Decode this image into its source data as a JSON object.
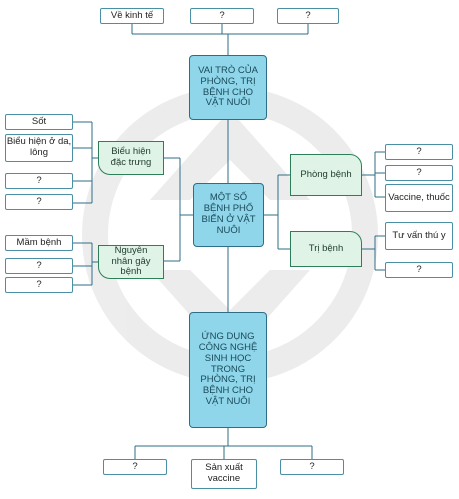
{
  "top": {
    "center": "VAI TRÒ CỦA PHÒNG, TRỊ BỆNH CHO VẬT NUÔI",
    "leaves": [
      "Về kinh tế",
      "?",
      "?"
    ]
  },
  "middle": {
    "center": "MỘT SỐ BỆNH PHỔ BIẾN Ở VẬT NUÔI",
    "left_branches": [
      {
        "label": "Biểu hiện đặc trưng",
        "leaves": [
          "Sốt",
          "Biểu hiện ở da, lông",
          "?",
          "?"
        ]
      },
      {
        "label": "Nguyên nhân gây bệnh",
        "leaves": [
          "Mầm bệnh",
          "?",
          "?"
        ]
      }
    ],
    "right_branches": [
      {
        "label": "Phòng bệnh",
        "leaves": [
          "?",
          "?",
          "Vaccine, thuốc"
        ]
      },
      {
        "label": "Trị bệnh",
        "leaves": [
          "Tư vấn thú y",
          "?"
        ]
      }
    ]
  },
  "bottom": {
    "center": "ỨNG DỤNG CÔNG NGHỆ SINH HỌC TRONG PHÒNG, TRỊ BỆNH CHO VẬT NUÔI",
    "leaves": [
      "?",
      "Sản xuất vaccine",
      "?"
    ]
  }
}
